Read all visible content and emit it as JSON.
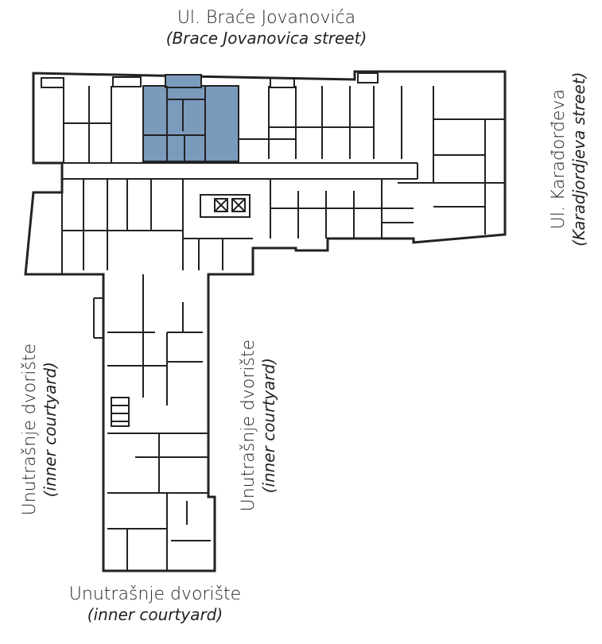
{
  "labels": {
    "top": {
      "main": "Ul. Braće Jovanovića",
      "sub": "(Brace Jovanovica street)"
    },
    "right": {
      "main": "Ul. Karađorđeva",
      "sub": "(Karadjordjeva street)"
    },
    "left": {
      "main": "Unutrašnje dvorište",
      "sub": "(inner courtyard)"
    },
    "middle": {
      "main": "Unutrašnje dvorište",
      "sub": "(inner courtyard)"
    },
    "bottom": {
      "main": "Unutrašnje dvorište",
      "sub": "(inner courtyard)"
    }
  },
  "colors": {
    "wall": "#222222",
    "highlight": "#7b9bbd",
    "background": "#ffffff"
  }
}
